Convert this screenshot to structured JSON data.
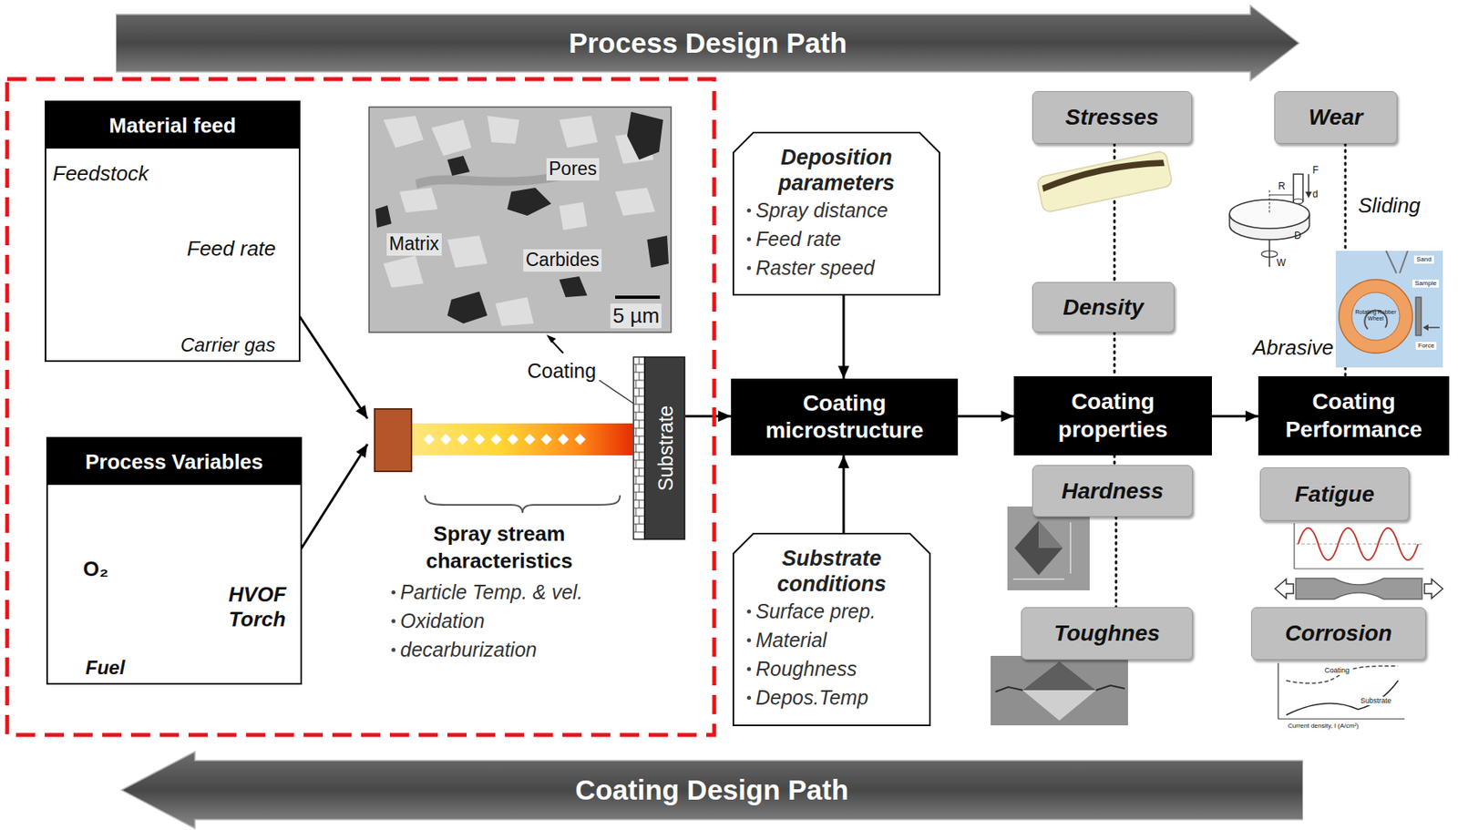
{
  "diagram": {
    "nodes": [
      {
        "text": [
          "Process Design Path"
        ]
      },
      {
        "text": [
          "Material feed",
          "Feedstock",
          "Feed rate",
          "Carrier gas"
        ]
      },
      {
        "text": [
          "Process Variables",
          "O₂",
          "HVOF Torch",
          "Fuel"
        ]
      },
      {
        "text": [
          "Substrate"
        ]
      },
      {
        "text": [
          "Deposition parameters",
          "Spray distance",
          "Feed rate",
          "Raster speed"
        ]
      },
      {
        "text": [
          "Stresses"
        ]
      },
      {
        "text": [
          "Wear"
        ]
      },
      {
        "text": [
          "Density"
        ]
      },
      {
        "text": [
          "Coating microstructure"
        ]
      },
      {
        "text": [
          "Coating properties"
        ]
      },
      {
        "text": [
          "Coating Performance"
        ]
      },
      {
        "text": [
          "Hardness"
        ]
      },
      {
        "text": [
          "Fatigue"
        ]
      },
      {
        "text": [
          "Substrate conditions",
          "Surface prep.",
          "Material",
          "Roughness",
          "Depos.Temp"
        ]
      },
      {
        "text": [
          "Toughnes"
        ]
      },
      {
        "text": [
          "Corrosion"
        ]
      },
      {
        "text": [
          "Coating Design Path"
        ]
      }
    ],
    "edges": [
      {
        "from": 3,
        "to": 8,
        "arrow": "to"
      },
      {
        "from": 4,
        "to": 8,
        "arrow": "to"
      },
      {
        "from": 13,
        "to": 8,
        "arrow": "to"
      },
      {
        "from": 8,
        "to": 9,
        "arrow": "to"
      },
      {
        "from": 9,
        "to": 10,
        "arrow": "to"
      },
      {
        "from": 5,
        "to": 7,
        "arrow": "none"
      },
      {
        "from": 7,
        "to": 9,
        "arrow": "none"
      },
      {
        "from": 9,
        "to": 11,
        "arrow": "none"
      },
      {
        "from": 11,
        "to": 14,
        "arrow": "none"
      },
      {
        "from": 6,
        "to": 10,
        "arrow": "none"
      }
    ],
    "labels": [
      "Pores",
      "Matrix",
      "Carbides",
      "5 µm",
      "Coating",
      "Spray stream characteristics",
      "Particle Temp. & vel.",
      "Oxidation",
      "decarburization",
      "Sliding",
      "Abrasive",
      "R",
      "F",
      "d",
      "D",
      "W",
      "Rotating Rubber Wheel",
      "Sand",
      "Sample",
      "Force",
      "Coating",
      "Substrate",
      "Current density, I (A/cm²)"
    ]
  }
}
